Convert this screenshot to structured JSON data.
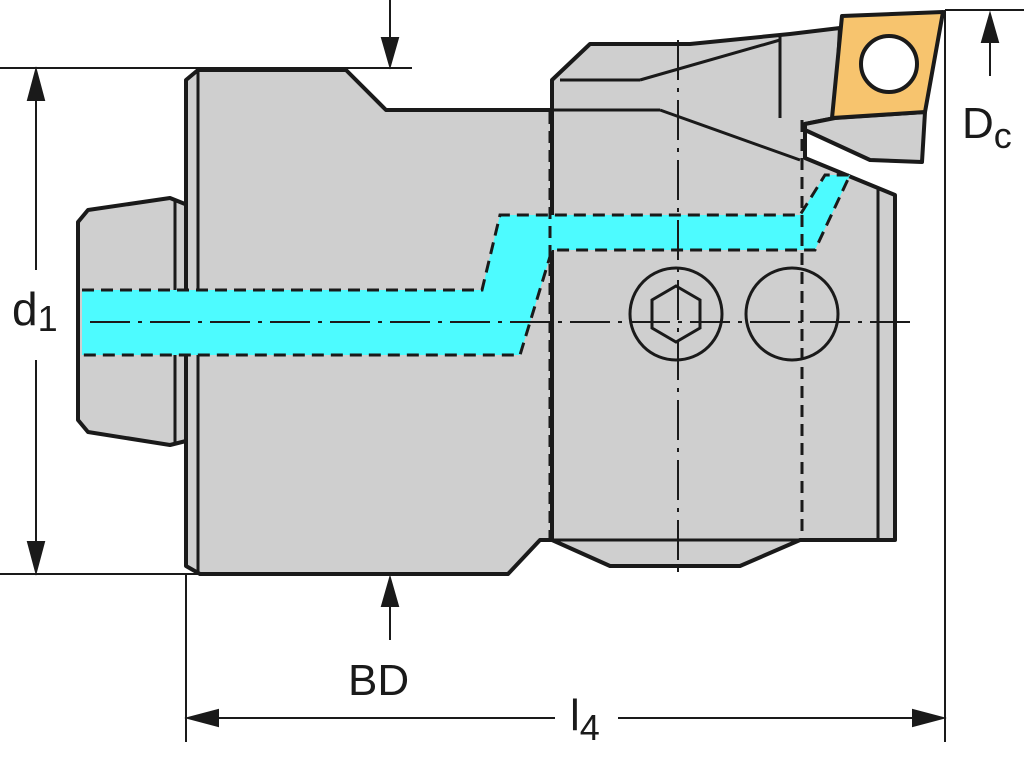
{
  "labels": {
    "d": "d",
    "d_sub": "1",
    "D": "D",
    "D_sub": "c",
    "bd": "BD",
    "l": "l",
    "l_sub": "4"
  },
  "colors": {
    "body": "#cfcfcf",
    "outline": "#1a1a1a",
    "coolant": "#4dfbff",
    "insert": "#f7c46e",
    "background": "#ffffff"
  }
}
